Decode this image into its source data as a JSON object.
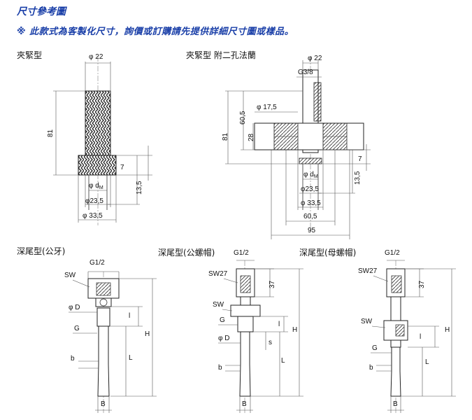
{
  "header": {
    "title": "尺寸參考圖",
    "note": "※ 此款式為客製化尺寸，詢價或訂購請先提供詳細尺寸圖或樣品。"
  },
  "sections": {
    "clamp": "夾緊型",
    "clamp_flange": "夾緊型 附二孔法蘭",
    "deep_male": "深尾型(公牙)",
    "deep_male_nut": "深尾型(公螺帽)",
    "deep_female_nut": "深尾型(母螺帽)"
  },
  "dims": {
    "d22": "φ 22",
    "d81": "81",
    "d7": "7",
    "d13_5": "13,5",
    "dM": "φ d",
    "sub_M": "M",
    "d23_5": "φ23,5",
    "d33_5": "φ 33,5",
    "g38": "G3/8",
    "d17_5": "φ 17,5",
    "d60_5_v": "60,5",
    "d28": "28",
    "d60_5_h": "60,5",
    "d95": "95",
    "d23_5b": "φ23,5",
    "g12": "G1/2",
    "sw": "SW",
    "sw27": "SW27",
    "phiD": "φ D",
    "g": "G",
    "h": "H",
    "l": "L",
    "b": "b",
    "bb": "B",
    "l_small": "l",
    "d37": "37",
    "s": "s"
  },
  "colors": {
    "heading": "#1a3fa8",
    "line": "#222222"
  }
}
